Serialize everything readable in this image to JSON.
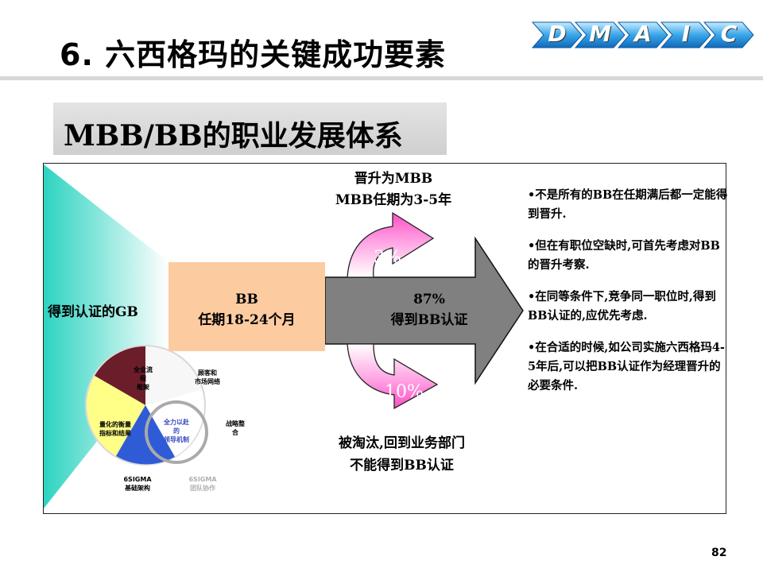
{
  "header": {
    "title": "6. 六西格玛的关键成功要素",
    "dmaic": [
      "D",
      "M",
      "A",
      "I",
      "C"
    ]
  },
  "subtitle": "MBB/BB的职业发展体系",
  "diagram": {
    "gb_label": "得到认证的GB",
    "bb_box": {
      "line1": "BB",
      "line2": "任期18-24个月"
    },
    "main_arrow": {
      "line1": "87%",
      "line2": "得到BB认证"
    },
    "promote": {
      "percent": "3%",
      "line1": "晋升为MBB",
      "line2": "MBB任期为3-5年"
    },
    "eliminate": {
      "percent": "10%",
      "line1": "被淘汰,回到业务部门",
      "line2": "不能得到BB认证"
    },
    "pie": {
      "labels": [
        {
          "line1": "全业流",
          "line2": "程",
          "line3": "框架"
        },
        {
          "line1": "顾客和",
          "line2": "市场网络"
        },
        {
          "line1": "战略整",
          "line2": "合"
        },
        {
          "line1": "全力以赴",
          "line2": "的",
          "line3": "领导机制"
        },
        {
          "line1": "量化的衡量",
          "line2": "指标和结果"
        }
      ],
      "bottom_labels": [
        {
          "line1": "6SIGMA",
          "line2": "基础架构"
        },
        {
          "line1": "6SIGMA",
          "line2": "团队协作"
        }
      ],
      "colors": {
        "red": "#6b1e2a",
        "white": "#ffffff",
        "blue": "#2f5cd6",
        "yellow": "#ffff88",
        "outer_circle": "#c0c0c0"
      }
    }
  },
  "bullets": [
    "•不是所有的BB在任期满后都一定能得到晋升.",
    "•但在有职位空缺时,可首先考虑对BB的晋升考察.",
    "•在同等条件下,竞争同一职位时,得到BB认证的,应优先考虑.",
    "•在合适的时候,如公司实施六西格玛4-5年后,可以把BB认证作为经理晋升的必要条件."
  ],
  "page_number": "82",
  "colors": {
    "bb_box": "#fdcba0",
    "main_arrow": "#808080",
    "pink_arrow": "#ff7fd1",
    "teal_gradient": "#2dd3c0"
  }
}
